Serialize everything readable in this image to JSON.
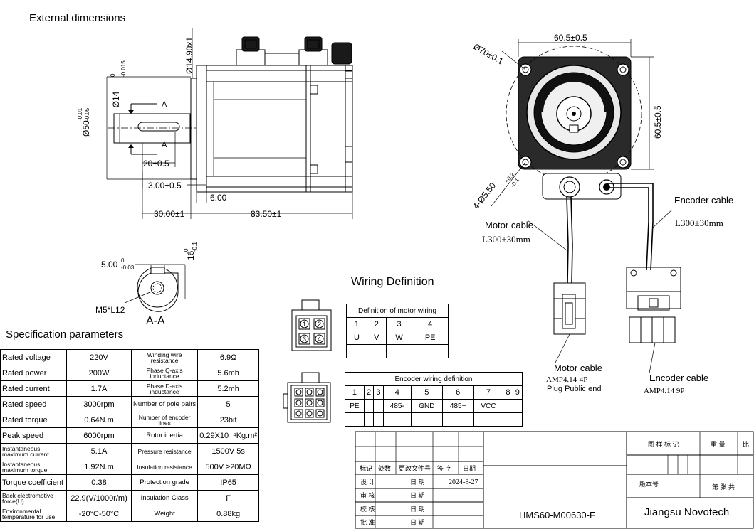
{
  "titles": {
    "external_dimensions": "External dimensions",
    "section_aa": "A-A",
    "spec_parameters": "Specification parameters",
    "wiring_definition": "Wiring Definition"
  },
  "side_view": {
    "flange_dia": "Ø14.90x1",
    "shaft_dia": "Ø14",
    "shaft_tol_upper": "0",
    "shaft_tol_lower": "-0.015",
    "pilot_dia": "Ø50",
    "pilot_tol_upper": "-0.01",
    "pilot_tol_lower": "-0.05",
    "section_mark": "A",
    "key_len": "20±0.5",
    "pilot_len": "3.00±0.5",
    "flange_thk": "6.00",
    "shaft_len": "30.00±1",
    "body_len": "83.50±1"
  },
  "section": {
    "key_width": "5.00",
    "key_tol_upper": "0",
    "key_tol_lower": "-0.03",
    "key_height": "16",
    "kh_tol_upper": "0",
    "kh_tol_lower": "-0.1",
    "thread": "M5*L12"
  },
  "front_view": {
    "width": "60.5±0.5",
    "height": "60.5±0.5",
    "pcd": "Ø70±0.1",
    "holes": "4-Ø5.50",
    "holes_tol_upper": "+0.2",
    "holes_tol_lower": "-0.1",
    "motor_cable_label": "Motor cable",
    "motor_cable_len": "L300±30mm",
    "encoder_cable_label": "Encoder cable",
    "encoder_cable_len": "L300±30mm",
    "motor_plug_title": "Motor cable",
    "motor_plug_model": "AMP4.14-4P",
    "motor_plug_note": "Plug Public end",
    "encoder_plug_title": "Encoder cable",
    "encoder_plug_model": "AMP4.14 9P"
  },
  "specs": [
    {
      "l1": "Rated voltage",
      "v1": "220V",
      "l2": "Winding wire resistance",
      "v2": "6.9Ω"
    },
    {
      "l1": "Rated power",
      "v1": "200W",
      "l2": "Phase Q-axis inductance",
      "v2": "5.6mh"
    },
    {
      "l1": "Rated current",
      "v1": "1.7A",
      "l2": "Phase D-axis inductance",
      "v2": "5.2mh"
    },
    {
      "l1": "Rated speed",
      "v1": "3000rpm",
      "l2": "Number of pole pairs",
      "v2": "5"
    },
    {
      "l1": "Rated torque",
      "v1": "0.64N.m",
      "l2": "Number of encoder lines",
      "v2": "23bit"
    },
    {
      "l1": "Peak speed",
      "v1": "6000rpm",
      "l2": "Rotor inertia",
      "v2": "0.29X10⁻⁴Kg.m²"
    },
    {
      "l1": "Instantaneous maximum current",
      "v1": "5.1A",
      "l2": "Pressure resistance",
      "v2": "1500V 5s"
    },
    {
      "l1": "Instantaneous maximum torque",
      "v1": "1.92N.m",
      "l2": "Insulation resistance",
      "v2": "500V ≥20MΩ"
    },
    {
      "l1": "Torque coefficient",
      "v1": "0.38",
      "l2": "Protection grade",
      "v2": "IP65"
    },
    {
      "l1": "Back electromotive force(U)",
      "v1": "22.9(V/1000r/m)",
      "l2": "Insulation Class",
      "v2": "F"
    },
    {
      "l1": "Environmental temperature for use",
      "v1": "-20°C-50°C",
      "l2": "Weight",
      "v2": "0.88kg"
    }
  ],
  "motor_wiring": {
    "title": "Definition of motor wiring",
    "pins": [
      "1",
      "2",
      "3",
      "4"
    ],
    "signals": [
      "U",
      "V",
      "W",
      "PE"
    ],
    "connector_pins": [
      "1",
      "2",
      "3",
      "4"
    ]
  },
  "encoder_wiring": {
    "title": "Encoder wiring definition",
    "pins": [
      "1",
      "2",
      "3",
      "4",
      "5",
      "6",
      "7",
      "8",
      "9"
    ],
    "signals": [
      "PE",
      "",
      "",
      "485-",
      "GND",
      "485+",
      "VCC",
      "",
      ""
    ]
  },
  "title_block": {
    "rev_mark": "标记",
    "rev_count": "处数",
    "rev_doc": "更改文件号",
    "rev_sign": "签 字",
    "rev_date": "日期",
    "design": "设 计",
    "check": "审 核",
    "proof": "校 核",
    "approve": "批 准",
    "date_label": "日 期",
    "design_date": "2024-8-27",
    "drawing_mark": "图 样 标 记",
    "weight": "重 量",
    "scale": "比",
    "version": "版本号",
    "sheet": "第  张  共",
    "model": "HMS60-M00630-F",
    "company": "Jiangsu Novotech"
  }
}
